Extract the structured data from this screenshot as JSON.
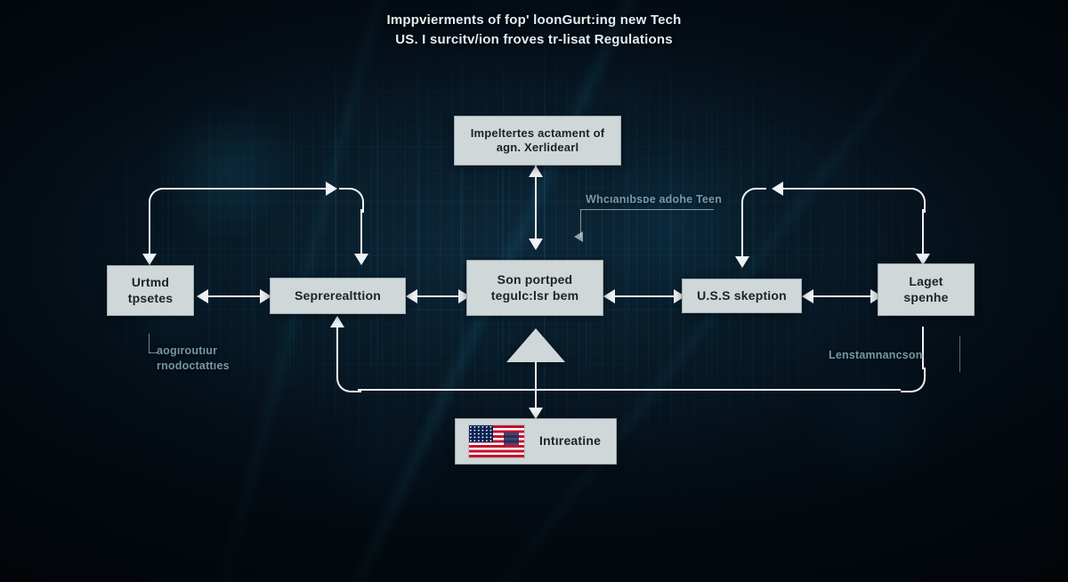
{
  "title": {
    "line1": "Imppvierments of fop' loonGurt:ing new Tech",
    "line2": "US. I surcitv/ion froves tr-lisat Regulations"
  },
  "nodes": {
    "top": {
      "label": "Impeltertes actament of agn. Xerlidearl"
    },
    "left": {
      "label": "Urtmd tpsetes"
    },
    "second": {
      "label": "Seprerealttion"
    },
    "center": {
      "label": "Son portped tegulc:lsr bem"
    },
    "fourth": {
      "label": "U.S.S skeption"
    },
    "right": {
      "label": "Laget spenhe"
    },
    "bottom": {
      "label": "Intıreatine",
      "icon": "us-flag-icon"
    }
  },
  "annotations": {
    "top_right": "Whcıanıbsᴅe adohe Teen",
    "left_lower_1": "aogıroutıur",
    "left_lower_2": "rnodoctattıes",
    "right_lower": "Lenstamnancѕon"
  },
  "colors": {
    "background": "#050e16",
    "circuit_accent": "#2abeeb",
    "node_fill": "#cfd7d9",
    "node_border": "#9fadb1",
    "node_text": "#1c2327",
    "connector": "#eef3f5",
    "title_text": "#e4edf2",
    "annotation_text": "#93b6c9",
    "flag_red": "#c8102e",
    "flag_blue": "#0a2351"
  }
}
